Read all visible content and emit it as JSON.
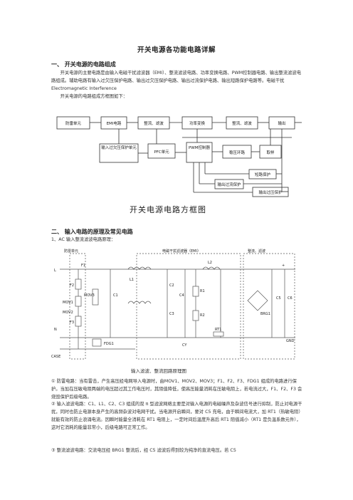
{
  "title": "开关电源各功能电路详解",
  "sec1": {
    "heading": "一、 开关电源的电路组成",
    "para1": "开关电源的主要电路是由输入电磁干扰滤波器（EMI）、整流滤波电路、功率变换电路、PWM控制器电路、输出整流滤波电路组成。辅助电路有输入过欠压保护电路、输出过欠压保护电路、输出过流保护电路、输出短路保护电路等。电磁干扰 Electromagnetic Interference",
    "para2": "开关电源的电路组成方框图如下：",
    "blocks": {
      "fanglei": "防雷单元",
      "emi": "EMI电路",
      "zhengliu1": "整流、滤波",
      "gonglv": "功率变换",
      "zhengliu2": "整流、滤波",
      "shuchu": "输出",
      "guoqianya": "输入过欠压保护单元",
      "pfc": "PFC单元",
      "pwm": "PWM控制器",
      "wenya": "稳压环路",
      "qujian": "取样",
      "duanlu": "短路保护",
      "guoliu": "输出过流保护",
      "shuchuguoya": "输出过压保护"
    },
    "caption": "开关电源电路方框图"
  },
  "sec2": {
    "heading": "二、 输入电路的原理及常见电路",
    "sub": "1、AC 输入整流滤波电路原理：",
    "schematic": {
      "fanglei_label": "防雷单元",
      "emi_label": "电磁干扰滤波器（EMI）",
      "zl_label": "整流、滤波",
      "L": "L",
      "N": "N",
      "CASE": "CASE",
      "GND": "GND",
      "plus": "+",
      "F1": "F1",
      "F2": "F2",
      "F3": "F3",
      "MOV1": "MOV1",
      "MOV2": "MOV2",
      "MOV3": "MOV3",
      "FDG1": "FDG1",
      "C1": "C1",
      "L1": "L1",
      "L2": "L2",
      "C2": "C2",
      "C3": "C3",
      "C4": "C4",
      "C5": "C5",
      "C6": "C6",
      "R1": "R1",
      "R2": "R2",
      "RT1": "RT1",
      "CY": "CY",
      "BRG1": "BRG1"
    },
    "caption": "输入滤波、整流回路原理图",
    "items": [
      "① 防雷电路：当有雷击，产生高压经电网导入电源时，由MOV1、MOV2、MOV3；F1、F2、F3、FDG1 组成的电路进行保护。当加在压敏电阻两端的电压超过其工作电压时，其阻值降低，使高压能量消耗在压敏电阻上，若电流过大，F1、F2、F3 会烧毁保护后级电路。",
      "② 输入滤波电路：C1、L1、C2、C3 组成的双 π 型滤波网络主要是对输入电源的电磁噪声及杂波信号进行抑制，防止对电源干扰，同时也防止电源本身产生的高频杂波对电网干扰。当电源开启瞬间，要对 C5 充电，由于瞬间电流大，加 RT1（热敏电阻）就能有效的防止浪涌电流。因瞬时能量全消耗在 RT1 电阻上，一定时间后温度升高后 RT1 阻值减小（RT1 是负温系数元件），这时它消耗的能量非常小，后级电路可正常工作。",
      "③ 整流滤波电路：交流电压经 BRG1 整流后，经 C5 滤波后得到较为纯净的直流电压。若 C5"
    ]
  }
}
